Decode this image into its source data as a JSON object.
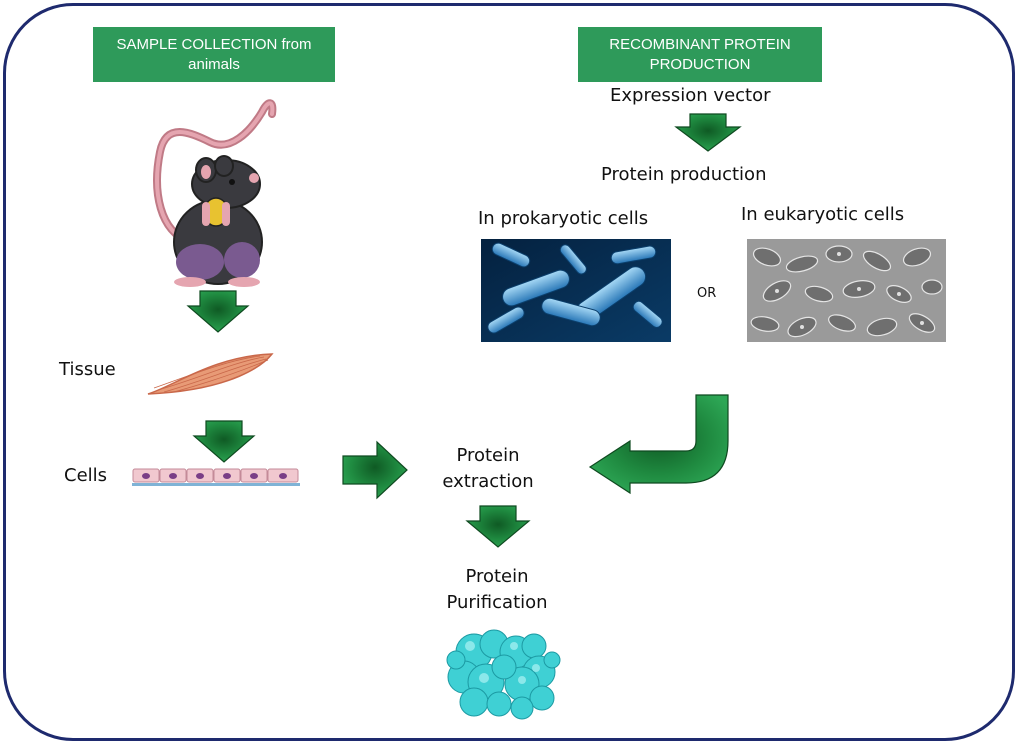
{
  "headers": {
    "sample_collection": "SAMPLE COLLECTION from animals",
    "recombinant": "RECOMBINANT PROTEIN PRODUCTION"
  },
  "labels": {
    "expression_vector": "Expression vector",
    "protein_production": "Protein production",
    "prokaryotic": "In prokaryotic cells",
    "eukaryotic": "In eukaryotic cells",
    "or": "OR",
    "tissue": "Tissue",
    "cells": "Cells",
    "protein_extraction_1": "Protein",
    "protein_extraction_2": "extraction",
    "protein_purification_1": "Protein",
    "protein_purification_2": "Purification"
  },
  "colors": {
    "frame": "#1e2a6e",
    "header_bg": "#2e9a5a",
    "arrow_fill": "#1f7a38",
    "arrow_stroke": "#0f4a20"
  },
  "icons": [
    "mouse-icon",
    "muscle-tissue-icon",
    "cell-layer-icon",
    "bacteria-image",
    "eukaryotic-cells-image",
    "protein-structure-icon"
  ]
}
